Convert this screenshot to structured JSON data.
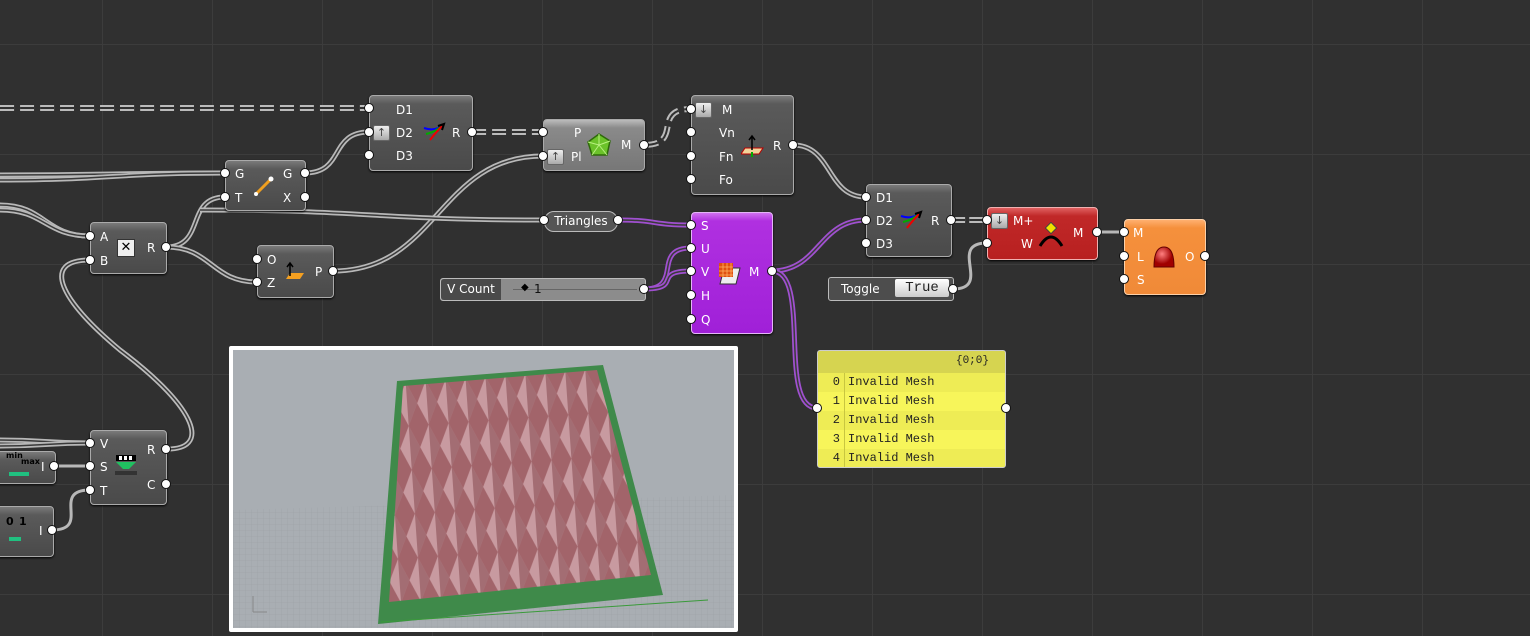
{
  "nodes": {
    "weave1": {
      "inputs": [
        "D1",
        "D2",
        "D3"
      ],
      "output": "R"
    },
    "mesh_from_points": {
      "inputs": [
        "P",
        "Pl"
      ],
      "output": "M"
    },
    "face_normals": {
      "inputs": [
        "M",
        "Vn",
        "Fn",
        "Fo"
      ],
      "output": "R"
    },
    "evaluate_curve": {
      "inputs": [
        "G",
        "T"
      ],
      "outputs": [
        "G",
        "X"
      ]
    },
    "multiplication": {
      "inputs": [
        "A",
        "B"
      ],
      "output": "R"
    },
    "construct_plane": {
      "inputs": [
        "O",
        "Z"
      ],
      "output": "P"
    },
    "mesh_surface": {
      "inputs": [
        "S",
        "U",
        "V",
        "H",
        "Q"
      ],
      "output": "M"
    },
    "weave2": {
      "inputs": [
        "D1",
        "D2",
        "D3"
      ],
      "output": "R"
    },
    "mesh_join": {
      "inputs": [
        "M+",
        "W"
      ],
      "output": "M"
    },
    "custom_preview": {
      "inputs": [
        "M",
        "L",
        "S"
      ],
      "output": "O"
    },
    "sub_list": {
      "inputs": [
        "V",
        "S",
        "T"
      ],
      "outputs": [
        "R",
        "C"
      ]
    },
    "gradient_domain": {
      "output": "I",
      "labels": [
        "min",
        "max"
      ]
    },
    "range_domain": {
      "output": "I",
      "labels": [
        "0",
        "1"
      ]
    }
  },
  "relay": {
    "label": "Triangles"
  },
  "slider": {
    "name": "V Count",
    "value": "1"
  },
  "toggle": {
    "name": "Toggle",
    "value": "True"
  },
  "panel": {
    "path": "{0;0}",
    "rows": [
      {
        "index": "0",
        "value": "Invalid Mesh"
      },
      {
        "index": "1",
        "value": "Invalid Mesh"
      },
      {
        "index": "2",
        "value": "Invalid Mesh"
      },
      {
        "index": "3",
        "value": "Invalid Mesh"
      },
      {
        "index": "4",
        "value": "Invalid Mesh"
      }
    ]
  },
  "colors": {
    "canvas": "#303030",
    "purple": "#a020d8",
    "red": "#b82020",
    "orange": "#f08a38",
    "panel": "#f7f55a"
  }
}
